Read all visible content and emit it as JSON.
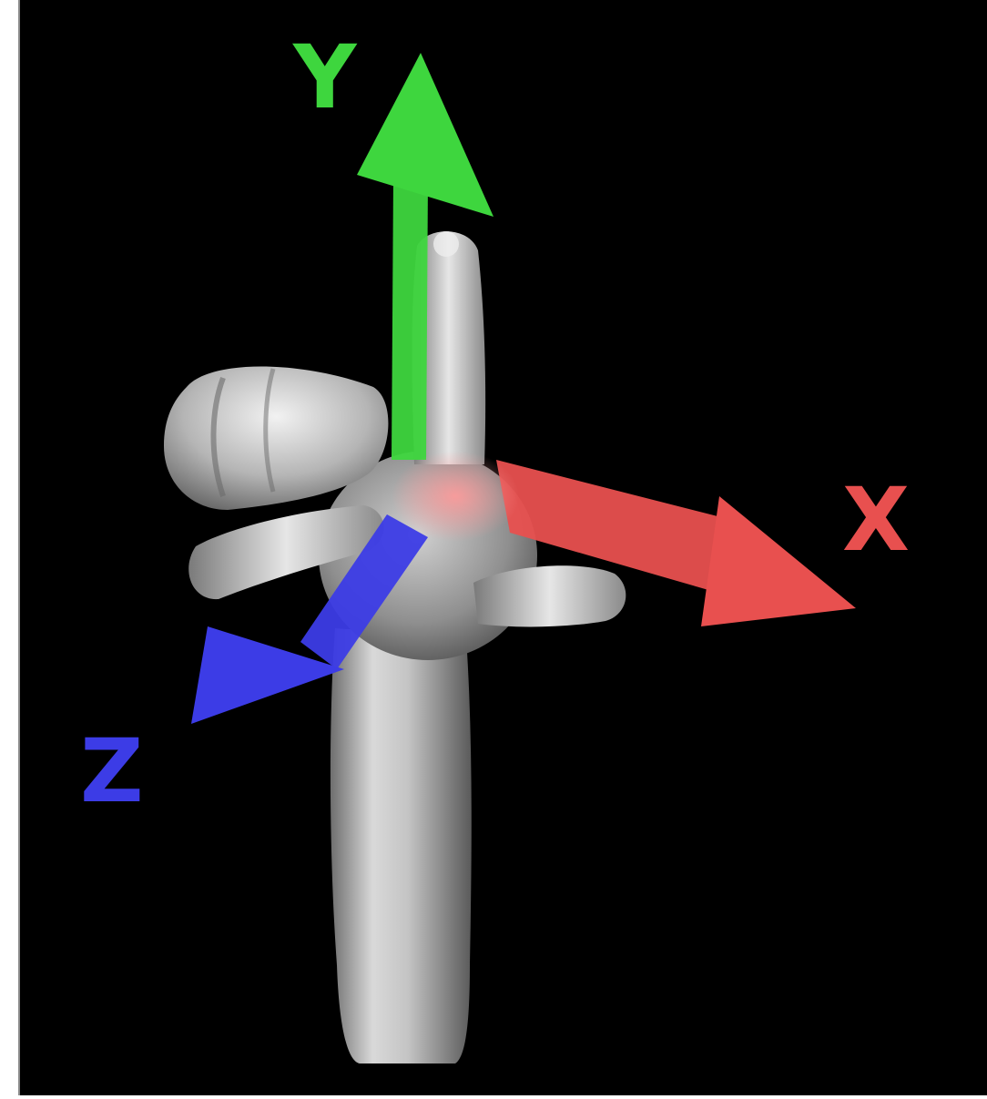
{
  "axes": {
    "x": {
      "label": "X",
      "color": "#e8504f"
    },
    "y": {
      "label": "Y",
      "color": "#3ed63e"
    },
    "z": {
      "label": "Z",
      "color": "#3c3ce6"
    }
  },
  "colors": {
    "background": "#000000",
    "hand": "#bdbdbd"
  },
  "icons": [
    "hand-model-icon"
  ]
}
